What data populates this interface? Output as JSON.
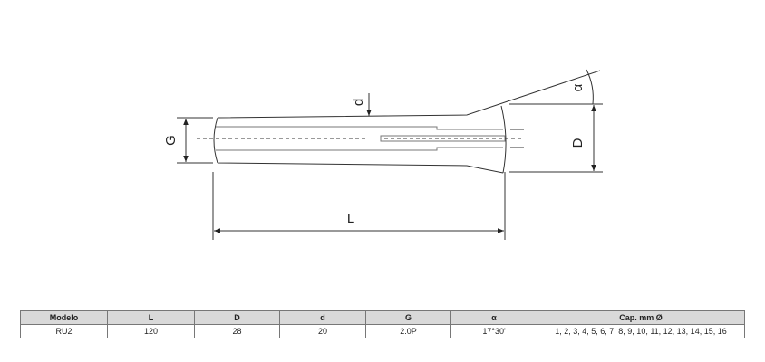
{
  "diagram": {
    "labels": {
      "G": "G",
      "d": "d",
      "D": "D",
      "L": "L",
      "alpha": "α"
    }
  },
  "table": {
    "headers": [
      "Modelo",
      "L",
      "D",
      "d",
      "G",
      "α",
      "Cap. mm Ø"
    ],
    "rows": [
      [
        "RU2",
        "120",
        "28",
        "20",
        "2.0P",
        "17°30'",
        "1, 2, 3, 4, 5, 6, 7, 8, 9, 10, 11, 12, 13,  14, 15, 16"
      ]
    ]
  }
}
